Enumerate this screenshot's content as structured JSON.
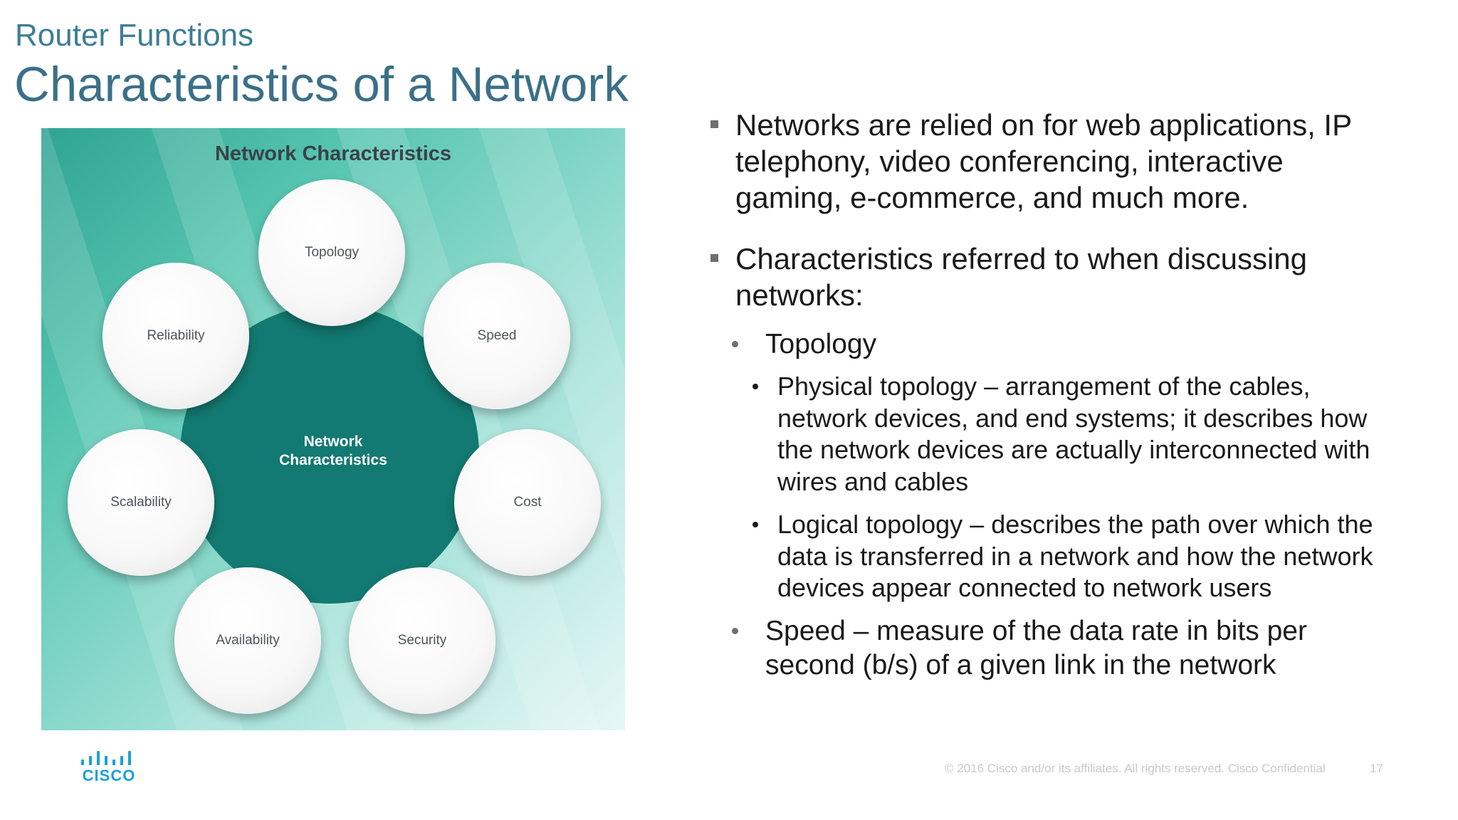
{
  "header": {
    "section": "Router Functions",
    "title": "Characteristics of a Network"
  },
  "figure": {
    "title": "Network Characteristics",
    "center_label": "Network Characteristics",
    "nodes": [
      "Topology",
      "Speed",
      "Cost",
      "Security",
      "Availability",
      "Scalability",
      "Reliability"
    ],
    "colors": {
      "center": "#127a72",
      "background": "#58c6b1"
    }
  },
  "bullets": {
    "b1": "Networks are relied on for web applications, IP telephony, video conferencing, interactive gaming, e-commerce, and much more.",
    "b2": "Characteristics referred to when discussing networks:",
    "topology": "Topology",
    "physical": "Physical topology – arrangement of the cables, network devices, and end systems; it describes how the network devices are actually interconnected with wires and cables",
    "logical": "Logical topology – describes the path over which the data is transferred in a network and how the network devices appear connected to network users",
    "speed": "Speed – measure of the data rate in bits per second (b/s) of a given link in the network"
  },
  "footer": {
    "logo_text": "CISCO",
    "copyright": "© 2016  Cisco and/or its affiliates. All rights reserved.   Cisco Confidential",
    "page_number": "17"
  },
  "colors": {
    "accent": "#3b7089",
    "cisco_blue": "#1ba0d7"
  }
}
